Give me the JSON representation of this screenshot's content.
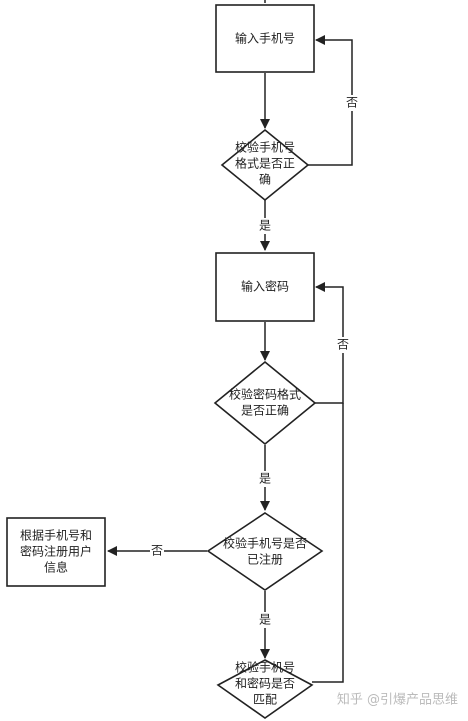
{
  "nodes": {
    "input_phone": "输入手机号",
    "check_phone_format": [
      "校验手机号",
      "格式是否正",
      "确"
    ],
    "input_password": "输入密码",
    "check_password_format": [
      "校验密码格式",
      "是否正确"
    ],
    "check_registered": [
      "校验手机号是否",
      "已注册"
    ],
    "register_user": [
      "根据手机号和",
      "密码注册用户",
      "信息"
    ],
    "check_phone_password": [
      "校验手机号",
      "和密码是否",
      "匹配"
    ]
  },
  "edge_labels": {
    "phone_format_no": "否",
    "phone_format_yes": "是",
    "password_format_no": "否",
    "password_format_yes": "是",
    "registered_no": "否",
    "registered_yes": "是"
  },
  "watermark": "知乎 @引爆产品思维",
  "colors": {
    "stroke": "#222222",
    "watermark": "#bbbbbb",
    "background": "#ffffff"
  }
}
